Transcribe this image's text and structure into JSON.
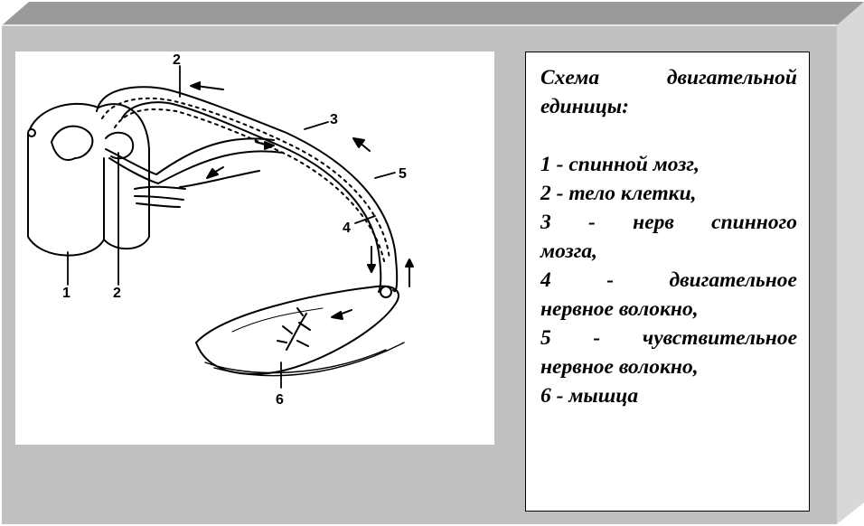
{
  "colors": {
    "frame_gray": "#c0c0c0",
    "frame_light": "#dcdcdc",
    "frame_dark": "#8f8f8f",
    "panel_bg": "#ffffff",
    "ink": "#000000"
  },
  "diagram": {
    "labels": [
      "1",
      "2",
      "2",
      "3",
      "4",
      "5",
      "6"
    ]
  },
  "legend": {
    "title_lines": [
      "Схема двигательной",
      "единицы:"
    ],
    "items": [
      {
        "text": "1 - спинной мозг,"
      },
      {
        "text": "2 - тело клетки,"
      },
      {
        "line_a": "3 - нерв спинного",
        "line_b": "мозга,"
      },
      {
        "line_a": "4 - двигательное",
        "line_b": "нервное волокно,"
      },
      {
        "line_a": " 5 - чувствительное",
        "line_b": "нервное волокно,"
      },
      {
        "text": "6 - мышца"
      }
    ]
  }
}
